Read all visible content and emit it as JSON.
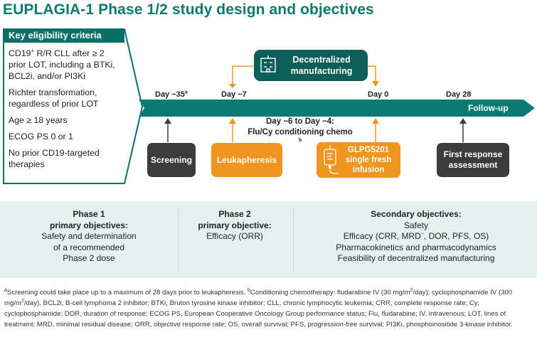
{
  "title": "EUPLAGIA-1 Phase 1/2 study design and objectives",
  "eligibility": {
    "header": "Key eligibility criteria",
    "items": [
      {
        "pre": "CD19",
        "sup": "+",
        "post": " R/R CLL after ≥ 2 prior LOT, including a BTKi, BCL2i, and/or PI3Ki"
      },
      {
        "pre": "Richter transformation, regardless of prior LOT",
        "sup": "",
        "post": ""
      },
      {
        "pre": "Age ≥ 18 years",
        "sup": "",
        "post": ""
      },
      {
        "pre": "ECOG PS 0 or 1",
        "sup": "",
        "post": ""
      },
      {
        "pre": "No prior CD19-targeted therapies",
        "sup": "",
        "post": ""
      }
    ]
  },
  "timeline": {
    "day_minus35": "Day −35",
    "day_minus35_sup": "a",
    "day_minus7": "Day −7",
    "day_0": "Day 0",
    "day_28": "Day 28",
    "follow_up": "Follow-up",
    "conditioning_line1": "Day −6 to Day −4:",
    "conditioning_line2": "Flu/Cy conditioning chemo",
    "conditioning_sup": "b",
    "decentralized_line1": "Decentralized",
    "decentralized_line2": "manufacturing",
    "screening": "Screening",
    "leukapheresis": "Leukapheresis",
    "infusion_line1": "GLPG5201",
    "infusion_line2": "single fresh",
    "infusion_line3": "infusion",
    "first_response_line1": "First response",
    "first_response_line2": "assessment"
  },
  "objectives": {
    "phase1": {
      "h1": "Phase 1",
      "h2": "primary objectives:",
      "lines": [
        "Safety and determination",
        "of a recommended",
        "Phase 2 dose"
      ]
    },
    "phase2": {
      "h1": "Phase 2",
      "h2": "primary objective:",
      "lines": [
        "Efficacy (ORR)"
      ]
    },
    "secondary": {
      "h1": "Secondary objectives:",
      "line1": "Safety",
      "line2_pre": "Efficacy (CRR, MRD",
      "line2_sup": "−",
      "line2_post": ", DOR, PFS, OS)",
      "line3": "Pharmacokinetics and pharmacodynamics",
      "line4": "Feasibility of decentralized manufacturing"
    }
  },
  "footnote": {
    "a_sup": "a",
    "a_text": "Screening could take place up to a maximum of 28 days prior to leukapheresis. ",
    "b_sup": "b",
    "b_text_1": "Conditioning chemotherapy: fludarabine IV (30 mg/m",
    "b_text_2": "/day); cyclophosphamide IV (300 mg/m",
    "b_text_3": "/day). BCL2i, B-cell lymphoma 2 inhibitor; BTKi, Bruton tyrosine kinase inhibitor; CLL, chronic lymphocytic leukemia; CRR, complete response rate; Cy, cyclophosphamide; DOR, duration of response; ECOG PS, European Cooperative Oncology Group performance status; Flu, fludarabine; IV, intravenous; LOT, lines of treatment; MRD, minimal residual disease; ORR, objective response rate; OS, overall survival; PFS, progression-free survival; PI3Ki, phosphoinositide 3-kinase inhibitor.",
    "sq": "2"
  },
  "colors": {
    "teal": "#0b7a72",
    "teal_dark": "#0b5f58",
    "orange": "#f0951f",
    "charcoal": "#3c3c3c",
    "panel_bg": "#e4f1ef"
  }
}
